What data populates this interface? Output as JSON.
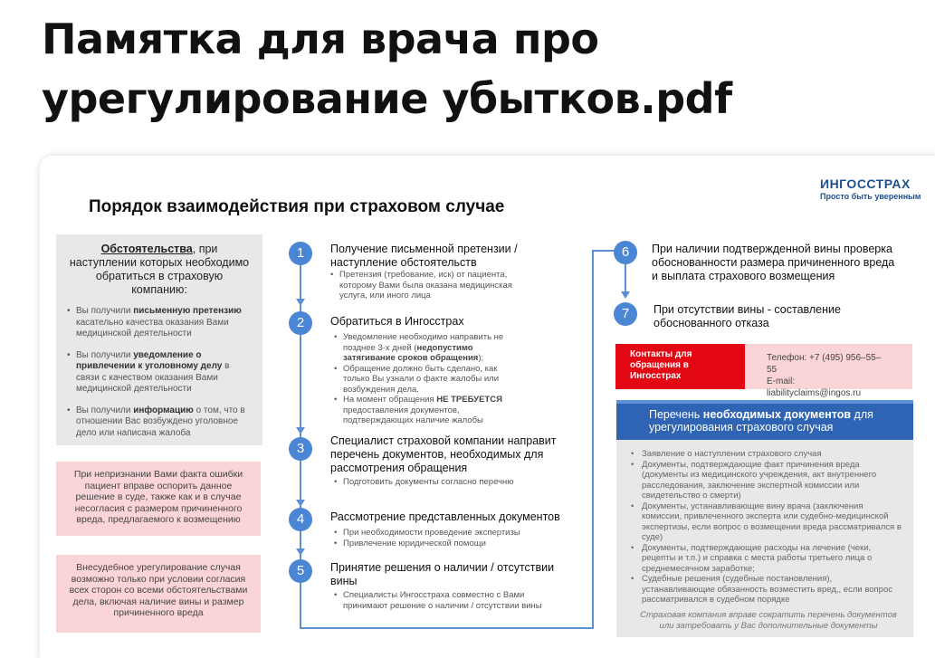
{
  "page": {
    "title_line1": "Памятка для врача про",
    "title_line2": "урегулирование убытков.pdf"
  },
  "logo": {
    "name": "ИНГОССТРАХ",
    "slogan": "Просто быть уверенным"
  },
  "doc": {
    "heading": "Порядок взаимодействия при страховом случае",
    "circumstances": {
      "lead_bold": "Обстоятельства",
      "lead_rest": ", при наступлении которых необходимо обратиться в страховую компанию:",
      "items": [
        {
          "pre": "Вы получили ",
          "bold": "письменную претензию",
          "post": " касательно качества оказания Вами медицинской деятельности"
        },
        {
          "pre": "Вы получили ",
          "bold": "уведомление о привлечении к уголовному делу",
          "post": " в связи с качеством оказания Вами медицинской деятельности"
        },
        {
          "pre": "Вы получили ",
          "bold": "информацию",
          "post": " о том, что в отношении Вас возбуждено уголовное дело или написана жалоба"
        }
      ]
    },
    "pink_note_1": "При непризнании Вами факта ошибки пациент вправе оспорить данное решение в суде, также как и в случае несогласия с размером причиненного вреда, предлагаемого к возмещению",
    "pink_note_2": "Внесудебное урегулирование случая возможно только при условии согласия всех сторон со всеми обстоятельствами дела, включая наличие вины и размер причиненного вреда",
    "steps": [
      {
        "num": "1",
        "title": "Получение письменной претензии / наступление обстоятельств",
        "items": [
          {
            "text": "Претензия (требование, иск) от пациента, которому Вами была оказана медицинская услуга, или иного лица"
          }
        ]
      },
      {
        "num": "2",
        "title": "Обратиться в Ингосстрах",
        "items": [
          {
            "pre": "Уведомление необходимо направить не позднее 3-х дней (",
            "bold": "недопустимо затягивание сроков обращения",
            "post": ");"
          },
          {
            "text": "Обращение должно быть сделано, как только Вы узнали о факте жалобы или возбуждения дела."
          },
          {
            "pre": "На момент обращения ",
            "bold": "НЕ ТРЕБУЕТСЯ",
            "post": " предоставления документов, подтверждающих наличие жалобы"
          }
        ]
      },
      {
        "num": "3",
        "title": "Специалист страховой компании направит перечень документов, необходимых для рассмотрения обращения",
        "items": [
          {
            "text": "Подготовить документы согласно перечню"
          }
        ]
      },
      {
        "num": "4",
        "title": "Рассмотрение представленных документов",
        "items": [
          {
            "text": "При необходимости проведение экспертизы"
          },
          {
            "text": "Привлечение юридической помощи"
          }
        ]
      },
      {
        "num": "5",
        "title": "Принятие решения о наличии / отсутствии вины",
        "items": [
          {
            "text": "Специалисты Ингосстраха совместно с Вами принимают решение о наличии / отсутствии вины"
          }
        ]
      },
      {
        "num": "6",
        "title": "При наличии подтвержденной вины проверка обоснованности размера причиненного вреда и выплата страхового возмещения",
        "items": []
      },
      {
        "num": "7",
        "title": "При отсутствии вины - составление обоснованного отказа",
        "items": []
      }
    ],
    "contacts": {
      "label": "Контакты для обращения в Ингосстрах",
      "phone": "Телефон: +7 (495) 956–55–55",
      "email": "E-mail: liabilityclaims@ingos.ru"
    },
    "documents": {
      "head_pre": "Перечень ",
      "head_bold": "необходимых документов",
      "head_post": " для урегулирования страхового случая",
      "items": [
        "Заявление о наступлении страхового случая",
        "Документы, подтверждающие факт причинения вреда (документы из медицинского учреждения, акт внутреннего расследования, заключение экспертной комиссии или свидетельство о смерти)",
        "Документы, устанавливающие вину врача (заключения комиссии, привлеченного эксперта или судебно-медицинской экспертизы, если вопрос о возмещении вреда рассматривался в суде)",
        "Документы, подтверждающие расходы на лечение (чеки, рецепты и т.п.) и справка с места работы третьего лица о среднемесячном заработке;",
        "Судебные решения (судебные постановления), устанавливающие обязанность возместить вред,, если вопрос рассматривался в судебном порядке"
      ],
      "note": "Страховая компания вправе сократить перечень документов или затребовать у Вас дополнительные документы"
    },
    "colors": {
      "accent_blue": "#4a86d4",
      "header_blue": "#2f64b4",
      "red": "#e30613",
      "pink": "#fad4d6",
      "grey": "#e8e8e8"
    }
  }
}
